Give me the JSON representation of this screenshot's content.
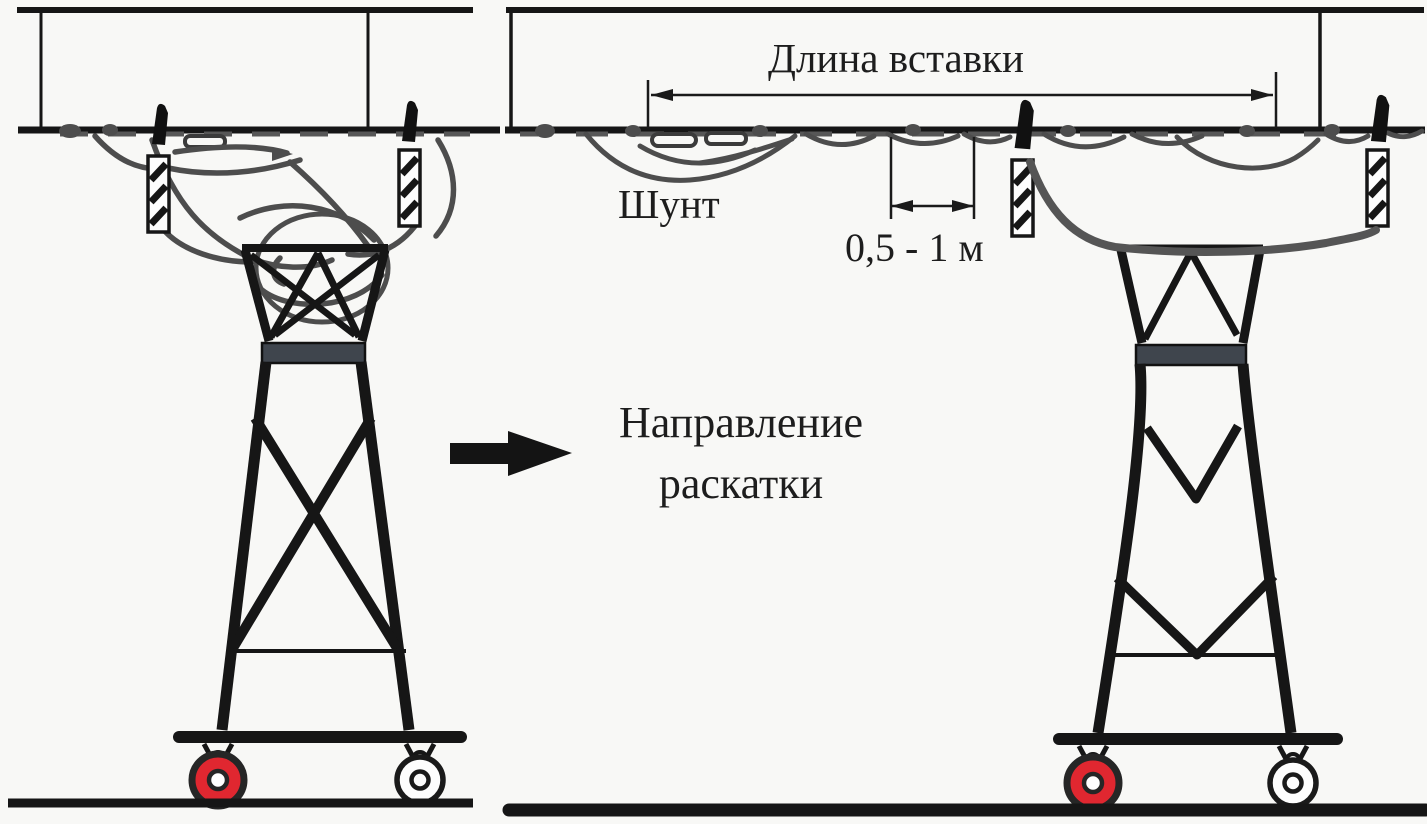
{
  "labels": {
    "insert_length": "Длина вставки",
    "shunt": "Шунт",
    "shunt_spacing": "0,5 - 1 м",
    "rollout_direction_line1": "Направление",
    "rollout_direction_line2": "раскатки"
  },
  "colors": {
    "ink": "#161616",
    "cable_gray": "#4d4d4d",
    "crossarm_band": "#3f454d",
    "wheel_red": "#e02730",
    "background": "#f8f8f6"
  },
  "icons": {
    "direction_arrow": "thick-right-arrow"
  }
}
